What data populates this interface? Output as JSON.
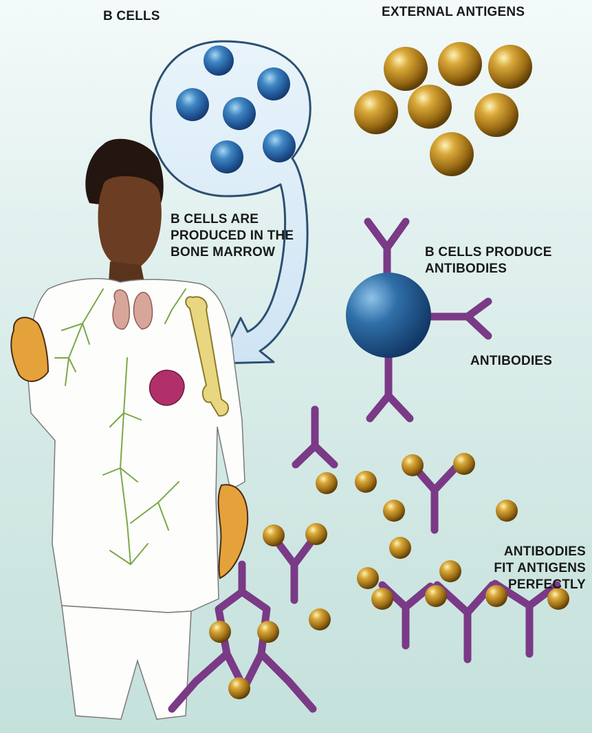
{
  "labels": {
    "b_cells": "B CELLS",
    "external_antigens": "EXTERNAL ANTIGENS",
    "b_cells_produced": "B CELLS ARE\nPRODUCED IN THE\nBONE MARROW",
    "b_cells_produce_antibodies": "B CELLS PRODUCE\nANTIBODIES",
    "antibodies": "ANTIBODIES",
    "antibodies_fit_antigens": "ANTIBODIES\nFIT ANTIGENS\nPERFECTLY"
  },
  "colors": {
    "b_cell": "#2f6fa8",
    "antigen": "#b98a1c",
    "antibody": "#7a3a86",
    "lymph": "#7aa848",
    "bone": "#e8d780",
    "lung": "#d8a59a",
    "spleen": "#b2306a",
    "skin": "#4a2a18"
  },
  "icons": {
    "b_cell": "blue-sphere",
    "antigen": "gold-sphere",
    "antibody": "y-shape"
  }
}
